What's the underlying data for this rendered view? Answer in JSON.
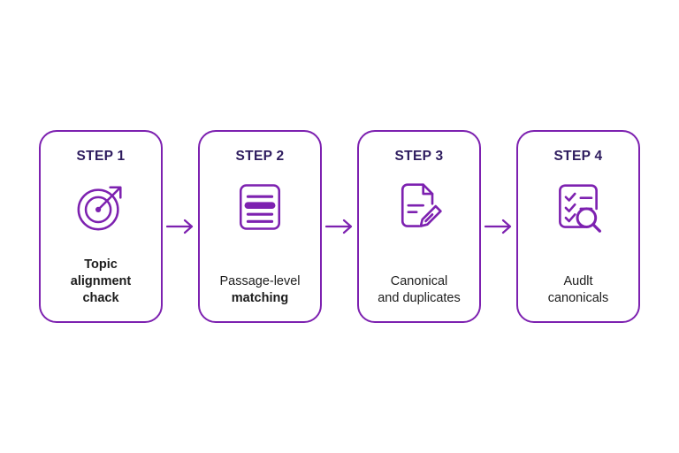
{
  "diagram": {
    "title": "",
    "background_color": "#ffffff",
    "accent_color": "#7d21b0",
    "label_color": "#2d1b5e",
    "caption_color": "#1c1c1c",
    "connector_icon": "arrow-right-icon",
    "steps": [
      {
        "label": "STEP 1",
        "icon": "target-arrow-icon",
        "caption_line1": "Topic",
        "caption_line2": "alignment",
        "caption_line3": "chack",
        "caption_full": "Topic alignment chack",
        "caption_weight": "bold"
      },
      {
        "label": "STEP 2",
        "icon": "document-lines-icon",
        "caption_line1": "Passage-level",
        "caption_line2": "matching",
        "caption_line3": "",
        "caption_full": "Passage-level matching",
        "caption_weight": "mixed"
      },
      {
        "label": "STEP 3",
        "icon": "document-edit-icon",
        "caption_line1": "Canonical",
        "caption_line2": "and duplicates",
        "caption_line3": "",
        "caption_full": "Canonical and duplicates",
        "caption_weight": "regular"
      },
      {
        "label": "STEP 4",
        "icon": "checklist-search-icon",
        "caption_line1": "Audlt",
        "caption_line2": "canonicals",
        "caption_line3": "",
        "caption_full": "Audlt canonicals",
        "caption_weight": "regular"
      }
    ]
  }
}
